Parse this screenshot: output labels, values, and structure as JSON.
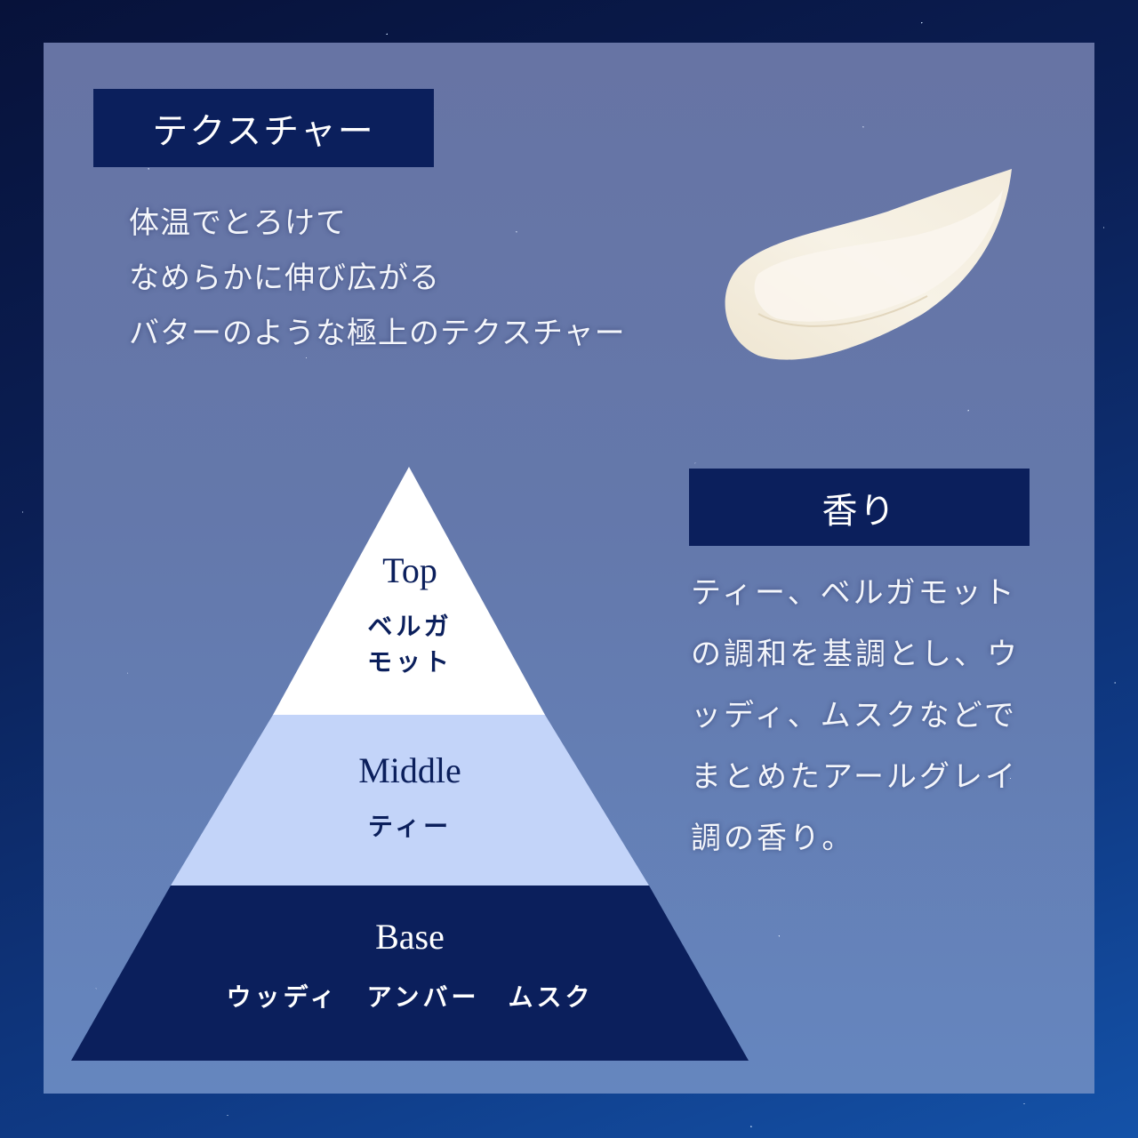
{
  "colors": {
    "outer_bg": "#0b1f55",
    "panel_bg": "#6478ab",
    "heading_bg": "#0b1f5c",
    "heading_text": "#ffffff",
    "pyramid_top": "#ffffff",
    "pyramid_middle": "#c3d4f9",
    "pyramid_base": "#0b1f5c",
    "dark_text": "#0b1f5c"
  },
  "texture": {
    "heading": "テクスチャー",
    "lines": [
      "体温でとろけて",
      "なめらかに伸び広がる",
      "バターのような極上のテクスチャー"
    ],
    "image": "cream-swatch"
  },
  "scent": {
    "heading": "香り",
    "lines": [
      "ティー、ベルガモット",
      "の調和を基調とし、ウ",
      "ッディ、ムスクなどで",
      "まとめたアールグレイ",
      "調の香り。"
    ]
  },
  "pyramid": {
    "top": {
      "title": "Top",
      "notes": [
        "ベルガ",
        "モット"
      ]
    },
    "middle": {
      "title": "Middle",
      "notes": [
        "ティー"
      ]
    },
    "base": {
      "title": "Base",
      "notes": [
        "ウッディ　アンバー　ムスク"
      ]
    }
  }
}
